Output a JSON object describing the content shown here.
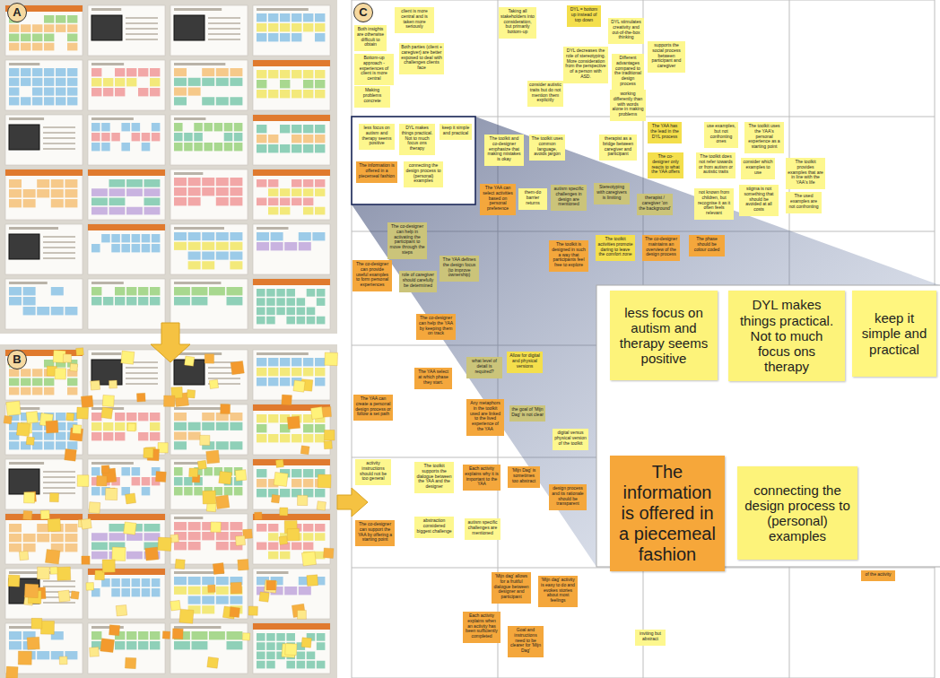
{
  "diagram": {
    "nodes": [
      {
        "text": [
          "A"
        ]
      },
      {
        "text": [
          "B"
        ]
      },
      {
        "text": [
          "C"
        ]
      },
      {
        "text": [
          "Both insights are otherwise difficult to obtain"
        ]
      },
      {
        "text": [
          "client is more central and is taken more seriously"
        ]
      },
      {
        "text": [
          "Taking all stakeholders into consideration, but primarily bottom-up"
        ]
      },
      {
        "text": [
          "DYL = bottom up instead of top down"
        ]
      },
      {
        "text": [
          "DYL stimulates creativity and out-of-the-box thinking"
        ]
      },
      {
        "text": [
          "Bottom-up approach - experiences of client is more central"
        ]
      },
      {
        "text": [
          "Both parties (client + caregiver) are better exposed to deal with challenges clients face"
        ]
      },
      {
        "text": [
          "Making problems concrete"
        ]
      },
      {
        "text": [
          "DYL decreases the role of stereotyping. More consideration from the perspective of a person with ASD."
        ]
      },
      {
        "text": [
          "Different advantages compared to the traditional design process"
        ]
      },
      {
        "text": [
          "supports the social process between participant and caregiver"
        ]
      },
      {
        "text": [
          "consider autistic traits but do not mention them explicitly"
        ]
      },
      {
        "text": [
          "working differently than with words alone in making problems"
        ]
      },
      {
        "text": [
          "less focus on autism and therapy seems positive"
        ]
      },
      {
        "text": [
          "DYL makes things practical. Not to much focus ons therapy"
        ]
      },
      {
        "text": [
          "keep it simple and practical"
        ]
      },
      {
        "text": [
          "The information is offered in a piecemeal fashion"
        ]
      },
      {
        "text": [
          "connecting the design process to (personal) examples"
        ]
      },
      {
        "text": [
          "The toolkit and co-designer emphasize that making mistakes is okay"
        ]
      },
      {
        "text": [
          "The toolkit uses common language, avoids jargon"
        ]
      },
      {
        "text": [
          "therapist as a bridge between caregiver and participant"
        ]
      },
      {
        "text": [
          "The YAA has the lead in the DYL process"
        ]
      },
      {
        "text": [
          "The co-designer only reacts to what the YAA offers"
        ]
      },
      {
        "text": [
          "use examples, but not confronting ones"
        ]
      },
      {
        "text": [
          "The toolkit uses the YAA's personal experience as a starting point"
        ]
      },
      {
        "text": [
          "The toolkit does not refer towards or from autism or autistic traits"
        ]
      },
      {
        "text": [
          "consider which examples to use"
        ]
      },
      {
        "text": [
          "The toolkit provides examples that are in line with the YAA's life"
        ]
      },
      {
        "text": [
          "stigma is not something that should be avoided at all costs"
        ]
      },
      {
        "text": [
          "The used examples are not confronting"
        ]
      },
      {
        "text": [
          "not known from children, but recognise it as it often feels relevant"
        ]
      },
      {
        "text": [
          "The YAA can select activities based on personal preference"
        ]
      },
      {
        "text": [
          "them-do barrier returns"
        ]
      },
      {
        "text": [
          "autism specific challenges in design are mentioned"
        ]
      },
      {
        "text": [
          "Stereotyping with caregivers is limiting"
        ]
      },
      {
        "text": [
          "therapist / caregiver 'on the background'"
        ]
      },
      {
        "text": [
          "The co-designer can help in activating the participant to move through the steps"
        ]
      },
      {
        "text": [
          "The co-designer can provide useful examples to form personal experiences"
        ]
      },
      {
        "text": [
          "role of caregiver should carefully be determined"
        ]
      },
      {
        "text": [
          "The YAA defines the design focus (to improve ownership)"
        ]
      },
      {
        "text": [
          "The toolkit is designed in such a way that participants feel free to explore"
        ]
      },
      {
        "text": [
          "The toolkit activities promote daring to leave the comfort zone"
        ]
      },
      {
        "text": [
          "The co-designer maintains an overview of the design process"
        ]
      },
      {
        "text": [
          "The phase should be colour coded"
        ]
      },
      {
        "text": [
          "The co-designer can help the YAA by keeping them on track"
        ]
      },
      {
        "text": [
          "what level of detail is required?"
        ]
      },
      {
        "text": [
          "Allow for digital and physical versions"
        ]
      },
      {
        "text": [
          "The YAA select at which phase they start."
        ]
      },
      {
        "text": [
          "The YAA can create a personal design process or follow a set path"
        ]
      },
      {
        "text": [
          "Any metaphors in the toolkit used are linked to the lived experience of the YAA"
        ]
      },
      {
        "text": [
          "the goal of 'Mijn Dag' is not clear"
        ]
      },
      {
        "text": [
          "digital versus physical version of the toolkit"
        ]
      },
      {
        "text": [
          "activity instructions should not be too general"
        ]
      },
      {
        "text": [
          "The toolkit supports the dialogue between the YAA and the designer"
        ]
      },
      {
        "text": [
          "Each activity explains why it is important to the YAA"
        ]
      },
      {
        "text": [
          "'Mijn Dag' is sometimes too abstract"
        ]
      },
      {
        "text": [
          "design process and its rationale should be transparent"
        ]
      },
      {
        "text": [
          "The co-designer can support the YAA by offering a starting point"
        ]
      },
      {
        "text": [
          "abstraction considered biggest challenge"
        ]
      },
      {
        "text": [
          "autism specific challenges are mentioned"
        ]
      },
      {
        "text": [
          "'Mijn dag' allows for a fruitful dialogue between designer and participant"
        ]
      },
      {
        "text": [
          "'Mijn dag' activity is easy to do and evokes stories about most feelings"
        ]
      },
      {
        "text": [
          "Each activity explains when an activity has been sufficiently completed"
        ]
      },
      {
        "text": [
          "Goal and instructions need to be clearer for 'Mijn Dag'"
        ]
      },
      {
        "text": [
          "inviting but abstract"
        ]
      },
      {
        "text": [
          "of the activity"
        ]
      },
      {
        "text": [
          "less focus on autism and therapy seems positive"
        ]
      },
      {
        "text": [
          "DYL makes things practical. Not to much focus ons therapy"
        ]
      },
      {
        "text": [
          "keep it simple and practical"
        ]
      },
      {
        "text": [
          "The information is offered in a piecemeal fashion"
        ]
      },
      {
        "text": [
          "connecting the design process to (personal) examples"
        ]
      }
    ]
  }
}
